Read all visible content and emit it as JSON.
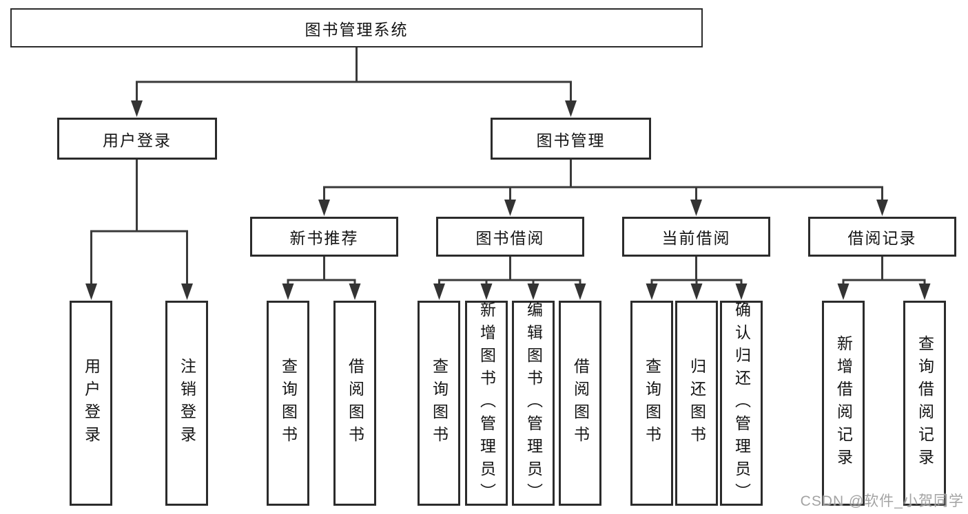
{
  "tree": {
    "root": {
      "label": "图书管理系统"
    },
    "branches": [
      {
        "label": "用户登录",
        "children": [
          {
            "label": "用户登录"
          },
          {
            "label": "注销登录"
          }
        ]
      },
      {
        "label": "图书管理",
        "children": [
          {
            "label": "新书推荐",
            "children": [
              {
                "label": "查询图书"
              },
              {
                "label": "借阅图书"
              }
            ]
          },
          {
            "label": "图书借阅",
            "children": [
              {
                "label": "查询图书"
              },
              {
                "label": "新增图书（管理员）"
              },
              {
                "label": "编辑图书（管理员）"
              },
              {
                "label": "借阅图书"
              }
            ]
          },
          {
            "label": "当前借阅",
            "children": [
              {
                "label": "查询图书"
              },
              {
                "label": "归还图书"
              },
              {
                "label": "确认归还（管理员）"
              }
            ]
          },
          {
            "label": "借阅记录",
            "children": [
              {
                "label": "新增借阅记录"
              },
              {
                "label": "查询借阅记录"
              }
            ]
          }
        ]
      }
    ]
  },
  "watermark": {
    "text": "CSDN @软件_小贺同学"
  },
  "colors": {
    "background": "#ffffff",
    "line": "#3a3a3a",
    "arrow": "#333333",
    "box_border": "#2b2b2b",
    "text": "#141414",
    "watermark": "#9c9c9c"
  }
}
